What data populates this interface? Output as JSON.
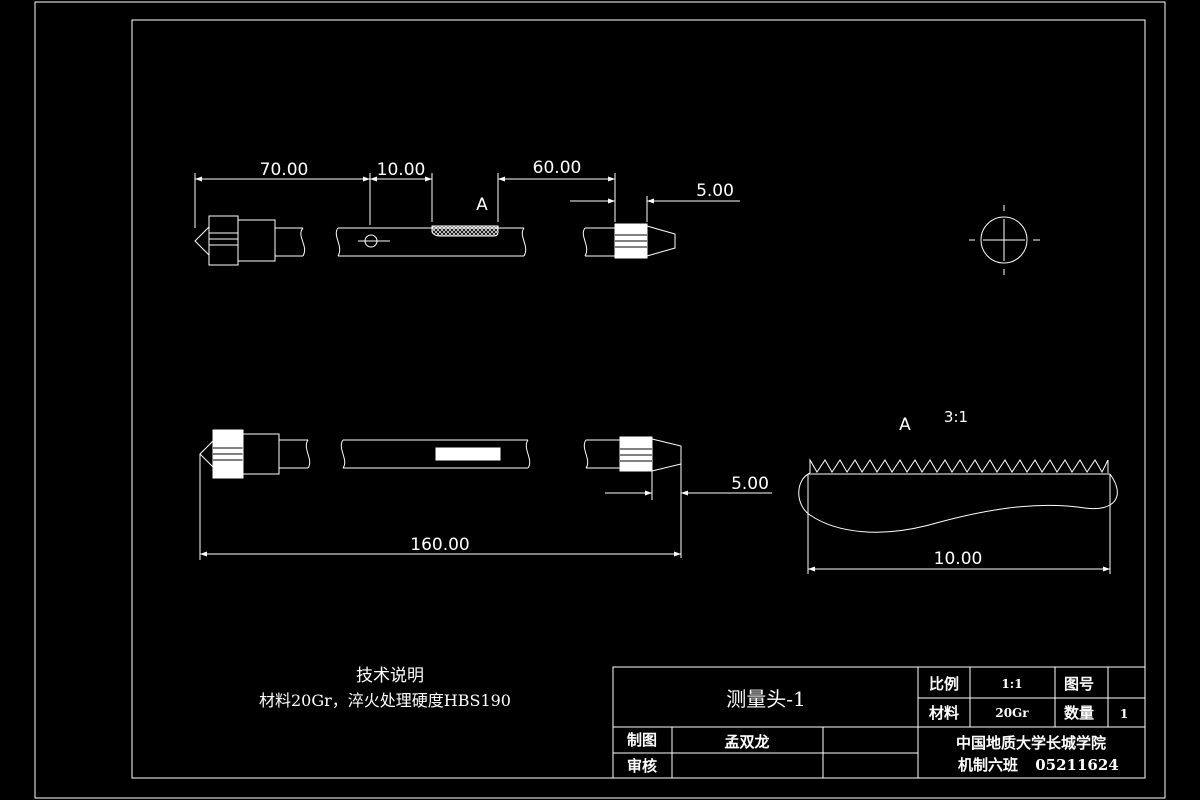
{
  "dimensions": {
    "d1": "70.00",
    "d2": "10.00",
    "d3": "60.00",
    "d4": "5.00",
    "d5": "160.00",
    "d6": "5.00",
    "d7": "10.00"
  },
  "labels": {
    "section_a": "A",
    "detail_a": "A",
    "detail_scale": "3:1"
  },
  "notes": {
    "heading": "技术说明",
    "line1": "材料20Gr，淬火处理硬度HBS190"
  },
  "title_block": {
    "part_name": "测量头-1",
    "scale_label": "比例",
    "scale_value": "1:1",
    "drawing_no_label": "图号",
    "drawing_no_value": "",
    "material_label": "材料",
    "material_value": "20Gr",
    "quantity_label": "数量",
    "quantity_value": "1",
    "drawn_label": "制图",
    "drawn_by": "孟双龙",
    "checked_label": "审核",
    "checked_by": "",
    "school": "中国地质大学长城学院",
    "class_info": "机制六班",
    "student_id": "05211624"
  }
}
